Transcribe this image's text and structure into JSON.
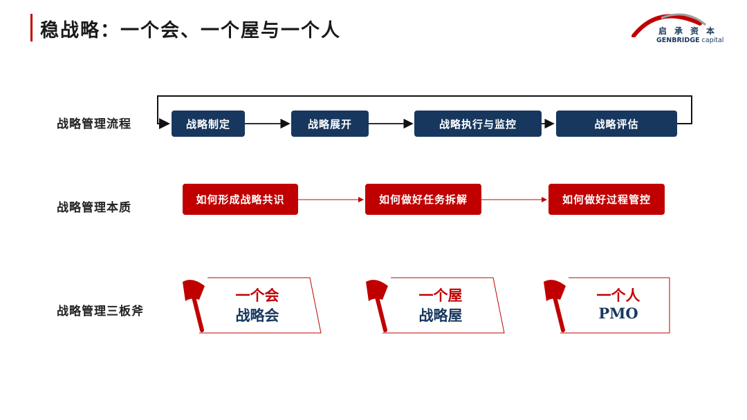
{
  "header": {
    "title": "稳战略：一个会、一个屋与一个人",
    "logo_cn": "启承资本",
    "logo_en_bold": "GENBRIDGE",
    "logo_en_light": "capital"
  },
  "rows": {
    "process_label": "战略管理流程",
    "essence_label": "战略管理本质",
    "axes_label": "战略管理三板斧"
  },
  "process_steps": [
    "战略制定",
    "战略展开",
    "战略执行与监控",
    "战略评估"
  ],
  "essence_steps": [
    "如何形成战略共识",
    "如何做好任务拆解",
    "如何做好过程管控"
  ],
  "axes": [
    {
      "line1": "一个会",
      "line2": "战略会"
    },
    {
      "line1": "一个屋",
      "line2": "战略屋"
    },
    {
      "line1": "一个人",
      "line2": "PMO"
    }
  ],
  "colors": {
    "navy": "#17375e",
    "red": "#c00000"
  }
}
